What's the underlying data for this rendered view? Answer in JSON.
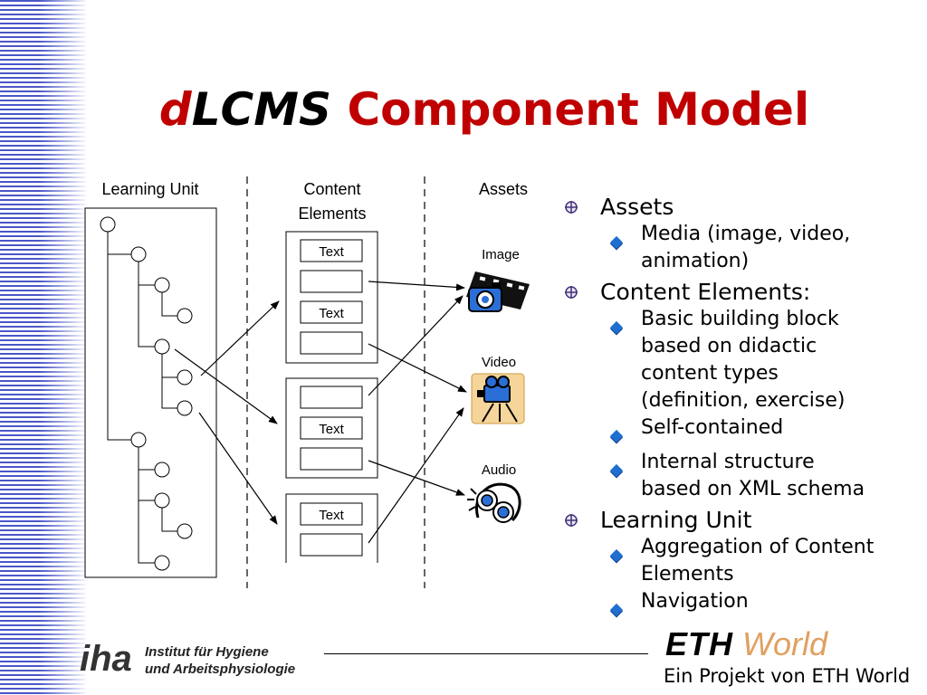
{
  "title": {
    "prefix": "d",
    "main": "LCMS",
    "rest": "Component Model"
  },
  "diagram": {
    "column_headers": {
      "learning_unit": "Learning Unit",
      "content_line1": "Content",
      "content_line2": "Elements",
      "assets": "Assets"
    },
    "text_box_label": "Text",
    "asset_labels": {
      "image": "Image",
      "video": "Video",
      "audio": "Audio"
    }
  },
  "bullets": [
    {
      "text": "Assets",
      "sub": [
        [
          "Media (image, video,",
          "animation)"
        ]
      ]
    },
    {
      "text": "Content Elements:",
      "sub": [
        [
          "Basic building block",
          "based on didactic",
          "content types",
          "(definition, exercise)"
        ],
        [
          "Self-contained"
        ],
        [
          "Internal structure",
          "based on XML schema"
        ]
      ]
    },
    {
      "text": "Learning Unit",
      "sub": [
        [
          "Aggregation of Content",
          "Elements"
        ],
        [
          "Navigation"
        ]
      ]
    }
  ],
  "footer": {
    "iha_logo": "iha",
    "iha_line1": "Institut für Hygiene",
    "iha_line2": "und Arbeitsphysiologie",
    "eth_bold": "ETH",
    "eth_world": "World",
    "eth_tagline": "Ein Projekt von ETH World"
  },
  "colors": {
    "title_red": "#c00000",
    "bullet_blue": "#1f6fd1",
    "stripe_blue": "#4a55c8",
    "eth_orange": "#e0a060"
  },
  "icons": {
    "level1": "crosshair-circle-bullet-icon",
    "level2": "blue-diamond-bullet-icon"
  }
}
